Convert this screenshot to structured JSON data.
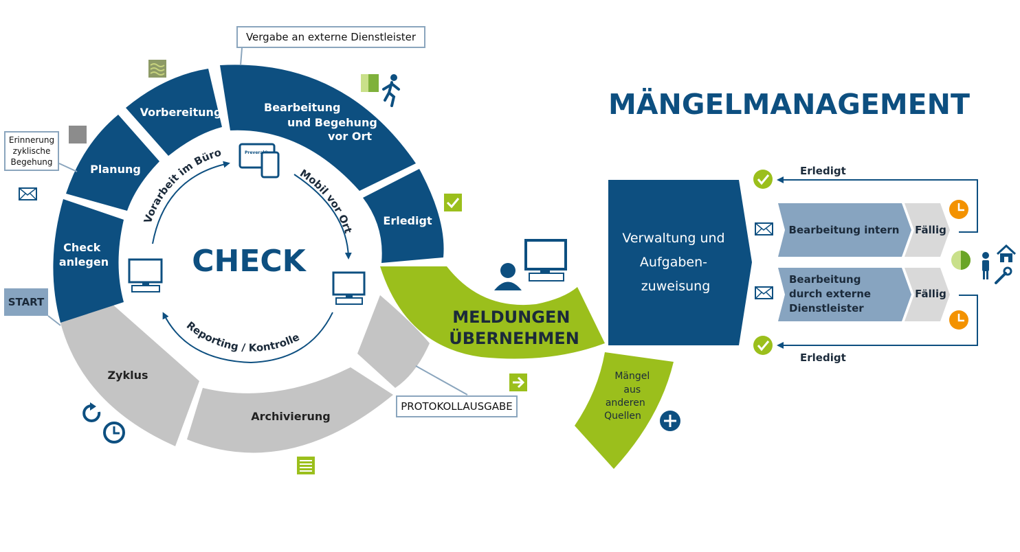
{
  "title": "MÄNGELMANAGEMENT",
  "cycle": {
    "center_label": "CHECK",
    "inner_labels": {
      "office": "Vorarbeit im Büro",
      "mobile": "Mobil vor Ort",
      "reporting": "Reporting / Kontrolle"
    },
    "device_brand": "Preveral®go",
    "segments": {
      "check_anlegen": [
        "Check",
        "anlegen"
      ],
      "planung": "Planung",
      "vorbereitung": "Vorbereitung",
      "bearbeitung": [
        "Bearbeitung",
        "und  Begehung",
        "vor Ort"
      ],
      "erledigt": "Erledigt",
      "zyklus": "Zyklus",
      "archivierung": "Archivierung"
    }
  },
  "callouts": {
    "vergabe": "Vergabe an externe Dienstleister",
    "erinnerung": [
      "Erinnerung",
      "zyklische",
      "Begehung"
    ],
    "start": "START",
    "protokoll": "PROTOKOLLAUSGABE"
  },
  "meldungen": [
    "MELDUNGEN",
    "ÜBERNEHMEN"
  ],
  "andere_quellen": [
    "Mängel",
    "aus",
    "anderen",
    "Quellen"
  ],
  "verwaltung": [
    "Verwaltung und",
    "Aufgaben-",
    "zuweisung"
  ],
  "tasks": {
    "intern": "Bearbeitung intern",
    "extern": [
      "Bearbeitung",
      "durch externe",
      "Dienstleister"
    ],
    "faellig": "Fällig",
    "erledigt": "Erledigt"
  },
  "colors": {
    "navy": "#0d4f80",
    "green": "#9bbf1c",
    "grey": "#c4c4c4",
    "steel": "#87a4c0",
    "orange": "#f39200"
  }
}
